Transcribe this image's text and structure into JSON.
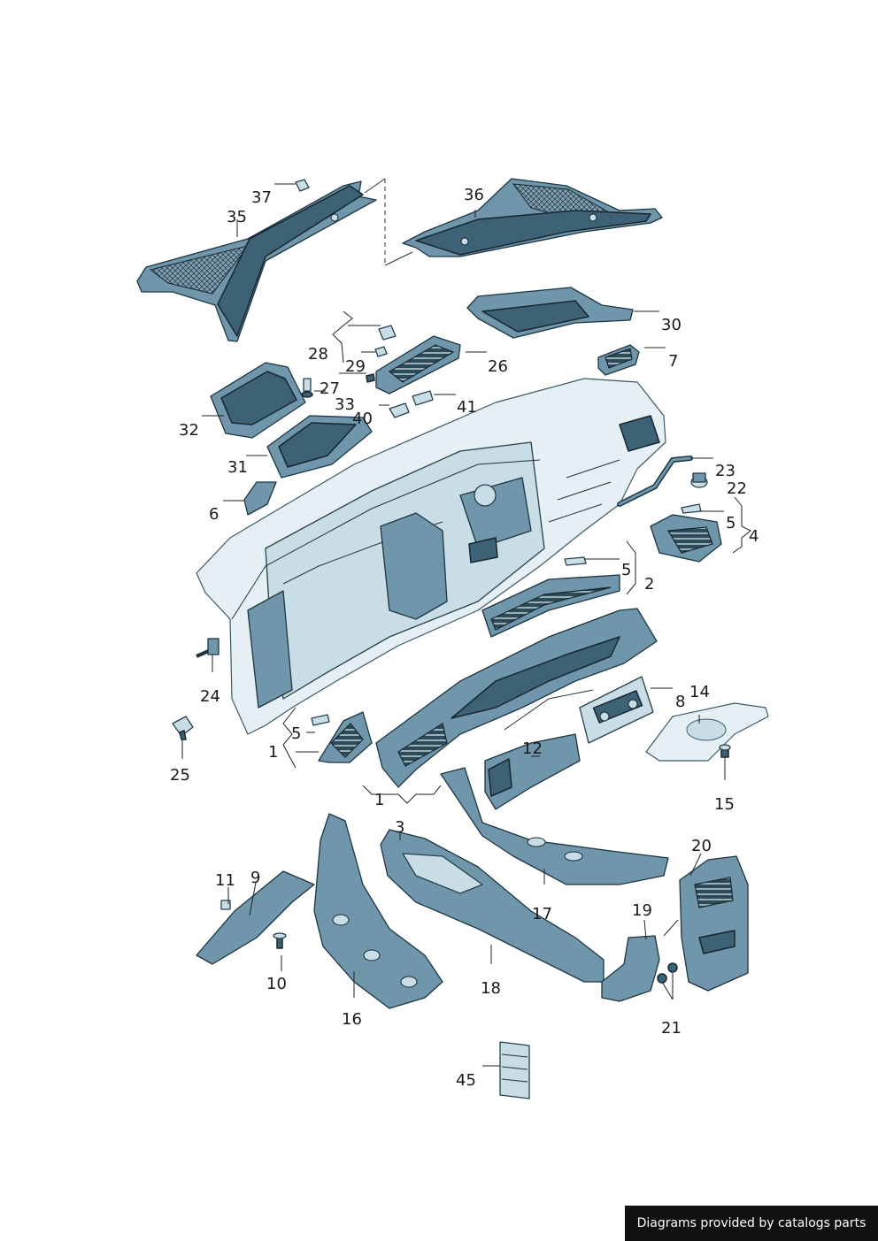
{
  "callouts": [
    {
      "id": "c35",
      "text": "35"
    },
    {
      "id": "c37",
      "text": "37"
    },
    {
      "id": "c36",
      "text": "36"
    },
    {
      "id": "c30",
      "text": "30"
    },
    {
      "id": "c28",
      "text": "28"
    },
    {
      "id": "c29",
      "text": "29"
    },
    {
      "id": "c26",
      "text": "26"
    },
    {
      "id": "c7",
      "text": "7"
    },
    {
      "id": "c27",
      "text": "27"
    },
    {
      "id": "c33",
      "text": "33"
    },
    {
      "id": "c40",
      "text": "40"
    },
    {
      "id": "c41",
      "text": "41"
    },
    {
      "id": "c32",
      "text": "32"
    },
    {
      "id": "c31",
      "text": "31"
    },
    {
      "id": "c23",
      "text": "23"
    },
    {
      "id": "c22",
      "text": "22"
    },
    {
      "id": "c6",
      "text": "6"
    },
    {
      "id": "c5a",
      "text": "5"
    },
    {
      "id": "c4",
      "text": "4"
    },
    {
      "id": "c5b",
      "text": "5"
    },
    {
      "id": "c2",
      "text": "2"
    },
    {
      "id": "c24",
      "text": "24"
    },
    {
      "id": "c14",
      "text": "14"
    },
    {
      "id": "c8",
      "text": "8"
    },
    {
      "id": "c5c",
      "text": "5"
    },
    {
      "id": "c1a",
      "text": "1"
    },
    {
      "id": "c12",
      "text": "12"
    },
    {
      "id": "c25",
      "text": "25"
    },
    {
      "id": "c15",
      "text": "15"
    },
    {
      "id": "c1b",
      "text": "1"
    },
    {
      "id": "c3",
      "text": "3"
    },
    {
      "id": "c20",
      "text": "20"
    },
    {
      "id": "c11",
      "text": "11"
    },
    {
      "id": "c9",
      "text": "9"
    },
    {
      "id": "c17",
      "text": "17"
    },
    {
      "id": "c19",
      "text": "19"
    },
    {
      "id": "c10",
      "text": "10"
    },
    {
      "id": "c18",
      "text": "18"
    },
    {
      "id": "c16",
      "text": "16"
    },
    {
      "id": "c21",
      "text": "21"
    },
    {
      "id": "c45",
      "text": "45"
    }
  ],
  "watermark": "Diagrams provided by catalogs parts"
}
